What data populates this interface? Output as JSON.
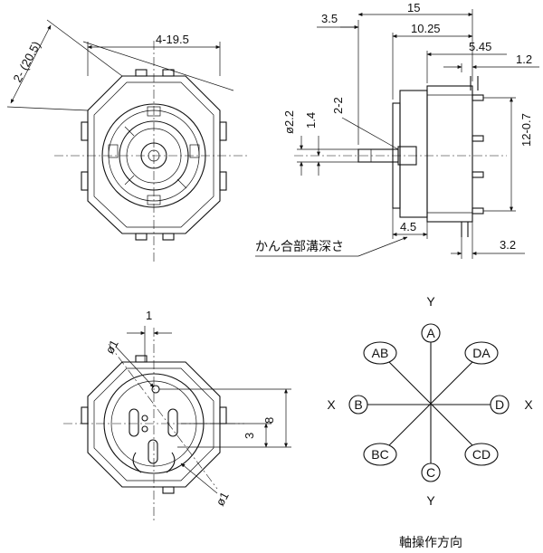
{
  "front_view": {
    "dim_diagonal": "2- (20.5)",
    "dim_width": "4-19.5"
  },
  "side_view": {
    "dim_15": "15",
    "dim_3_5": "3.5",
    "dim_10_25": "10.25",
    "dim_5_45": "5.45",
    "dim_1_2": "1.2",
    "dim_shaft_dia": "ø2.2",
    "dim_1_4": "1.4",
    "dim_2_2": "2-2",
    "dim_12_0_7": "12-0.7",
    "dim_4_5": "4.5",
    "dim_3_2": "3.2",
    "note_groove": "かん合部溝深さ"
  },
  "bottom_view": {
    "dim_1": "1",
    "dim_hole_top": "ø1",
    "dim_8": "8",
    "dim_3": "3",
    "dim_hole_bottom": "ø1"
  },
  "direction_diagram": {
    "axis_y_top": "Y",
    "axis_y_bottom": "Y",
    "axis_x_left": "X",
    "axis_x_right": "X",
    "label_A": "A",
    "label_B": "B",
    "label_C": "C",
    "label_D": "D",
    "label_AB": "AB",
    "label_DA": "DA",
    "label_BC": "BC",
    "label_CD": "CD",
    "caption": "軸操作方向"
  }
}
